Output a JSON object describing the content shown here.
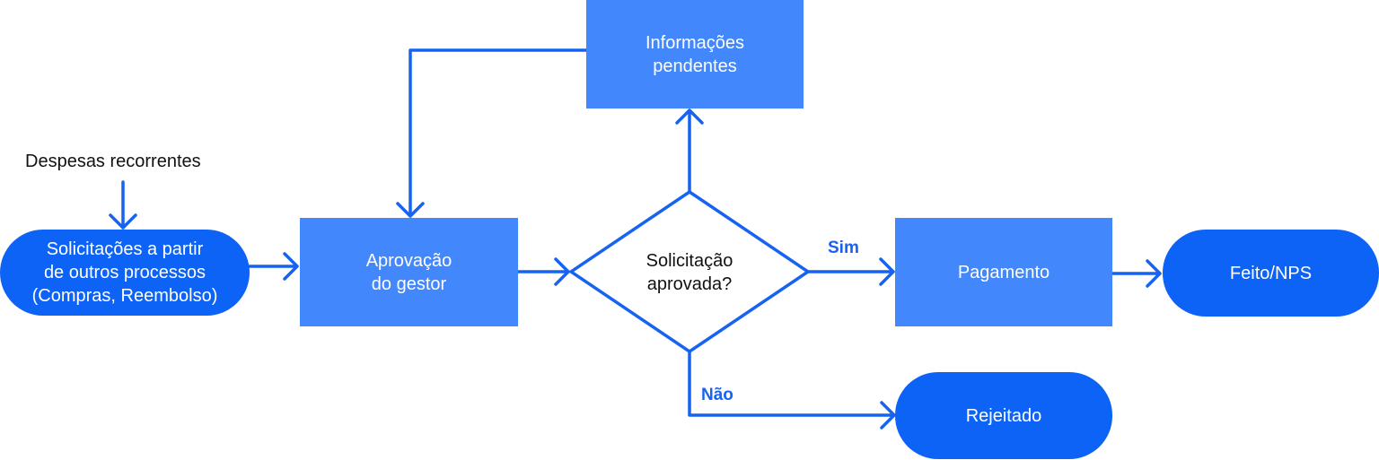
{
  "colors": {
    "box": "#4287fb",
    "terminal": "#0d63f6",
    "line": "#1763f1",
    "text_dark": "#111111",
    "text_light": "#ffffff"
  },
  "nodes": {
    "recurring": "Despesas recorrentes",
    "start": "Solicitações a partir\nde outros processos\n(Compras, Reembolso)",
    "approval": "Aprovação\ndo gestor",
    "pending": "Informações\npendentes",
    "decision": "Solicitação\naprovada?",
    "payment": "Pagamento",
    "done": "Feito/NPS",
    "rejected": "Rejeitado"
  },
  "edges": {
    "yes": "Sim",
    "no": "Não"
  }
}
